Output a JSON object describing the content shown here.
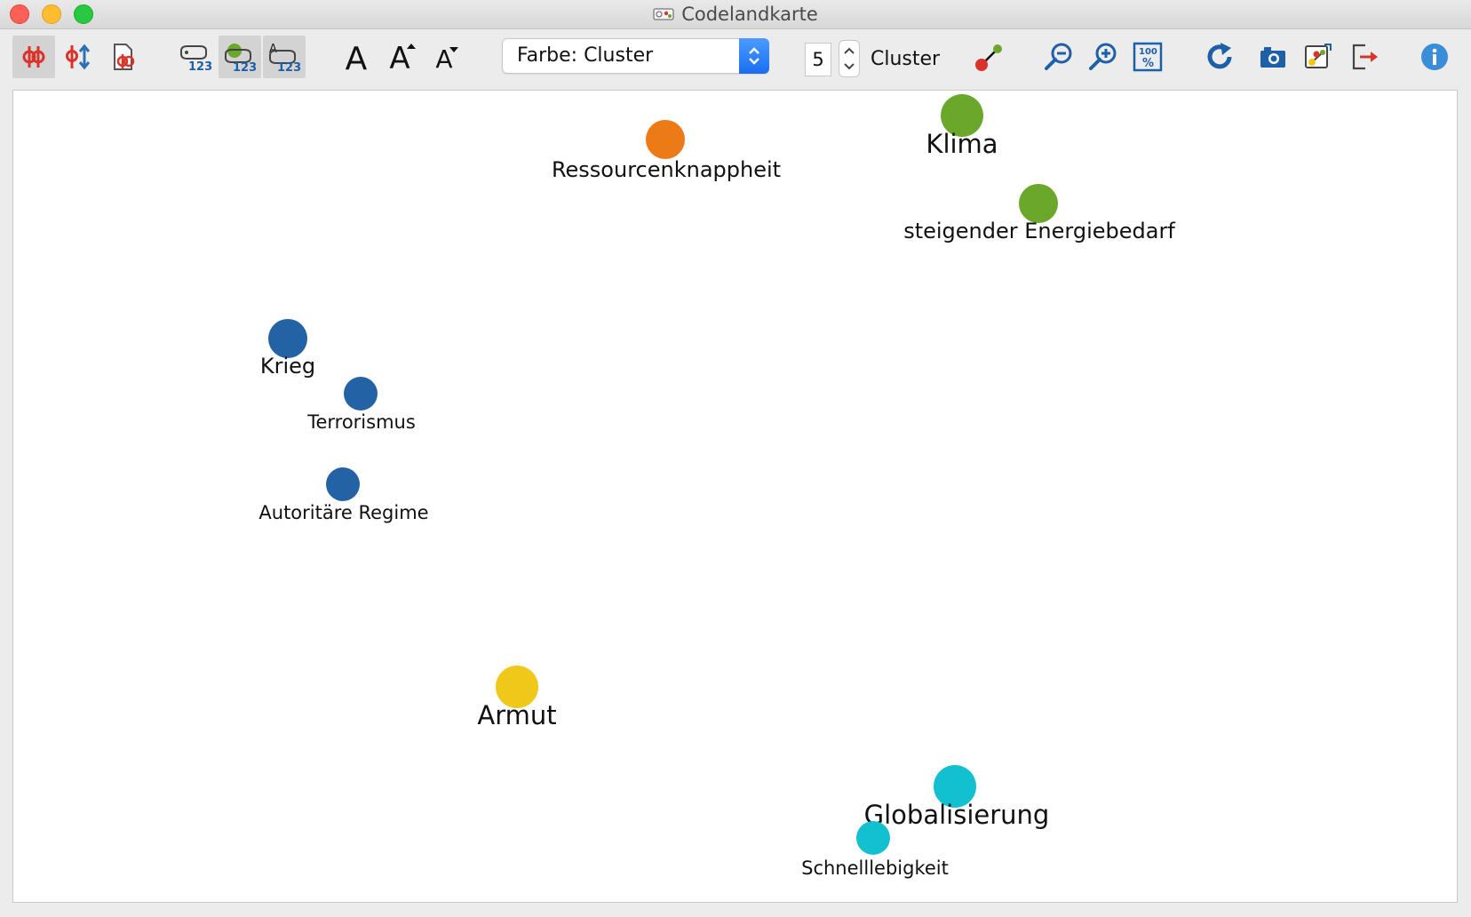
{
  "window": {
    "title": "Codelandkarte"
  },
  "toolbar": {
    "color_select": {
      "label": "Farbe: Cluster"
    },
    "cluster_count": "5",
    "cluster_label": "Cluster",
    "font_letters": {
      "reset": "A",
      "increase": "A",
      "decrease": "A"
    },
    "icons": [
      "connection-lines-icon",
      "sort-arrows-icon",
      "document-codes-icon",
      "code-frequency-icon",
      "cluster-frequency-icon",
      "label-frequency-icon",
      "font-reset-icon",
      "font-increase-icon",
      "font-decrease-icon",
      "stepper-icon",
      "link-nodes-icon",
      "zoom-out-icon",
      "zoom-in-icon",
      "zoom-100-icon",
      "refresh-icon",
      "camera-icon",
      "export-map-icon",
      "exit-icon",
      "info-icon"
    ]
  },
  "colors": {
    "cluster_blue": "#2462a6",
    "cluster_green": "#6aa72b",
    "cluster_orange": "#ec7a17",
    "cluster_yellow": "#efc81a",
    "cluster_cyan": "#12c0d0",
    "accent_blue": "#1a6ef0",
    "toolbar_red": "#d9342b"
  },
  "map": {
    "nodes": [
      {
        "label": "Ressourcenknappheit",
        "color": "#ec7a17",
        "size": "medium"
      },
      {
        "label": "Klima",
        "color": "#6aa72b",
        "size": "large"
      },
      {
        "label": "steigender Energiebedarf",
        "color": "#6aa72b",
        "size": "medium"
      },
      {
        "label": "Krieg",
        "color": "#2462a6",
        "size": "medium"
      },
      {
        "label": "Terrorismus",
        "color": "#2462a6",
        "size": "small"
      },
      {
        "label": "Autoritäre Regime",
        "color": "#2462a6",
        "size": "small"
      },
      {
        "label": "Armut",
        "color": "#efc81a",
        "size": "large"
      },
      {
        "label": "Globalisierung",
        "color": "#12c0d0",
        "size": "large"
      },
      {
        "label": "Schnelllebigkeit",
        "color": "#12c0d0",
        "size": "small"
      }
    ]
  }
}
